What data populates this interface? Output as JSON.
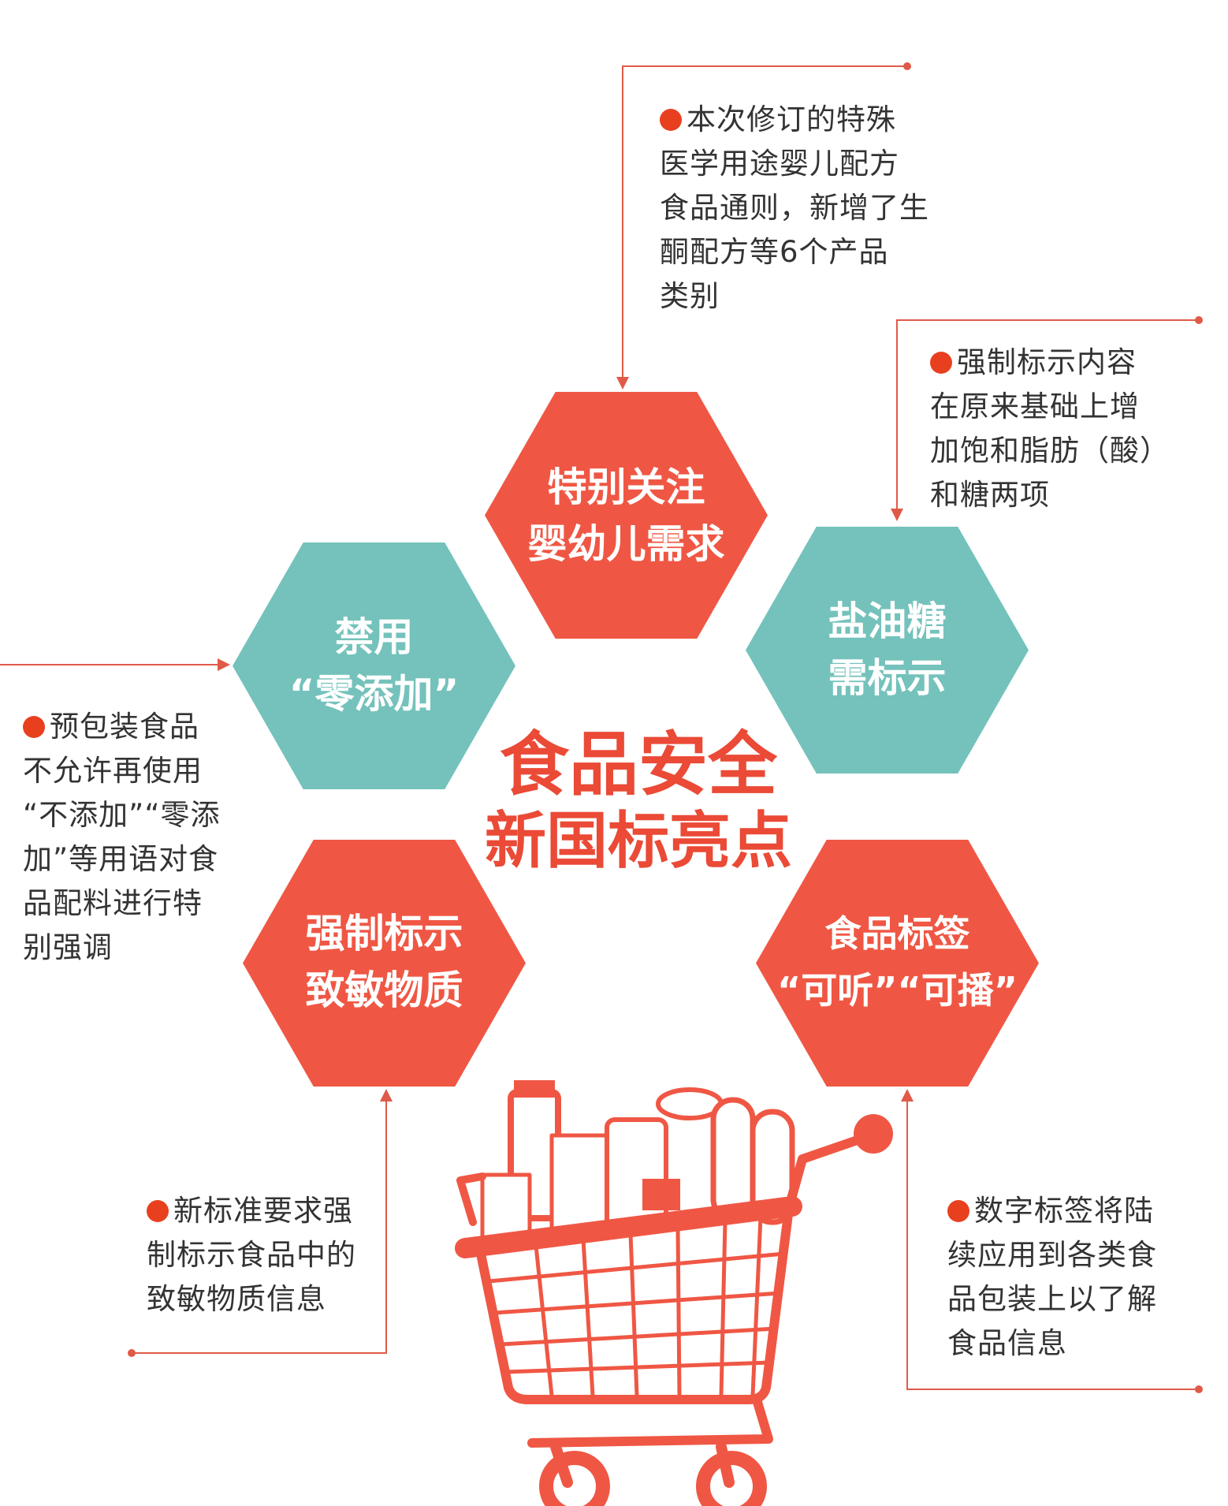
{
  "colors": {
    "red": "#ef5744",
    "teal": "#74c2bb",
    "text": "#333333",
    "bullet": "#e8401f"
  },
  "title": {
    "line1": "食品安全",
    "line2": "新国标亮点"
  },
  "hexagons": [
    {
      "id": "infant",
      "color": "red",
      "lines": [
        "特别关注",
        "婴幼儿需求"
      ]
    },
    {
      "id": "zero-additive",
      "color": "teal",
      "lines": [
        "禁用",
        "“零添加”"
      ]
    },
    {
      "id": "salt-oil-sugar",
      "color": "teal",
      "lines": [
        "盐油糖",
        "需标示"
      ]
    },
    {
      "id": "allergen",
      "color": "red",
      "lines": [
        "强制标示",
        "致敏物质"
      ]
    },
    {
      "id": "digital-label",
      "color": "red",
      "lines": [
        "食品标签",
        "“可听”“可播”"
      ]
    }
  ],
  "notes": {
    "infant": [
      "本次修订的特殊",
      "医学用途婴儿配方",
      "食品通则，新增了生",
      "酮配方等6个产品",
      "类别"
    ],
    "salt-oil-sugar": [
      "强制标示内容",
      "在原来基础上增",
      "加饱和脂肪（酸）",
      "和糖两项"
    ],
    "zero-additive": [
      "预包装食品",
      "不允许再使用",
      "“不添加”“零添",
      "加”等用语对食",
      "品配料进行特",
      "别强调"
    ],
    "allergen": [
      "新标准要求强",
      "制标示食品中的",
      "致敏物质信息"
    ],
    "digital-label": [
      "数字标签将陆",
      "续应用到各类食",
      "品包装上以了解",
      "食品信息"
    ]
  }
}
